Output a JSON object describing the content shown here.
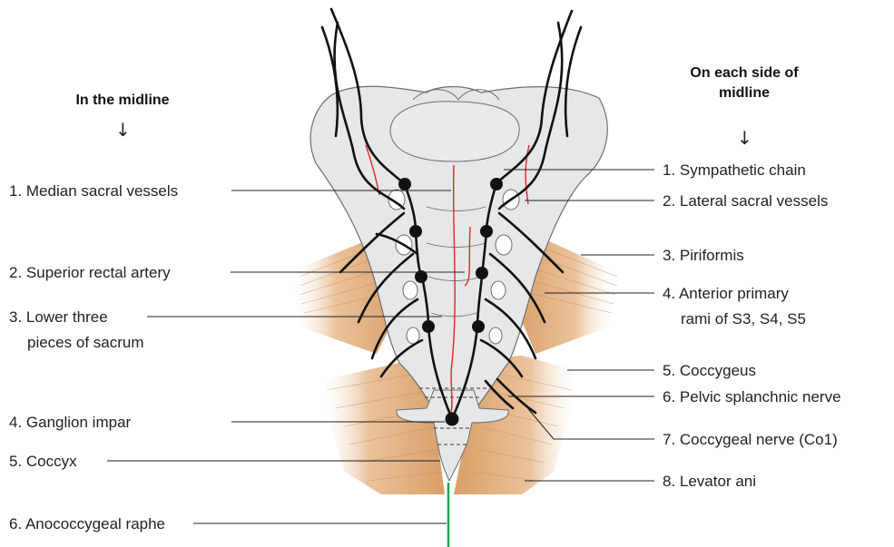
{
  "headings": {
    "midline": "In the midline",
    "each_side_line1": "On each side of",
    "each_side_line2": "midline"
  },
  "left_labels": [
    {
      "text": "1. Median sacral vessels"
    },
    {
      "text": "2. Superior rectal artery"
    },
    {
      "text": "3. Lower three"
    },
    {
      "text": "pieces of sacrum"
    },
    {
      "text": "4. Ganglion impar"
    },
    {
      "text": "5. Coccyx"
    },
    {
      "text": "6. Anococcygeal raphe"
    }
  ],
  "right_labels": [
    {
      "text": "1. Sympathetic chain"
    },
    {
      "text": "2. Lateral sacral vessels"
    },
    {
      "text": "3. Piriformis"
    },
    {
      "text": "4. Anterior primary"
    },
    {
      "text": "rami of S3, S4, S5"
    },
    {
      "text": "5. Coccygeus"
    },
    {
      "text": "6. Pelvic splanchnic nerve"
    },
    {
      "text": "7. Coccygeal nerve (Co1)"
    },
    {
      "text": "8. Levator ani"
    }
  ],
  "colors": {
    "bone": "#e6e7e9",
    "bone_outline": "#666666",
    "muscle": "#d9a06a",
    "muscle_light": "#f1d6b8",
    "nerve": "#111111",
    "artery": "#e0262b",
    "raphe": "#1aa84b",
    "leader": "#222222"
  }
}
